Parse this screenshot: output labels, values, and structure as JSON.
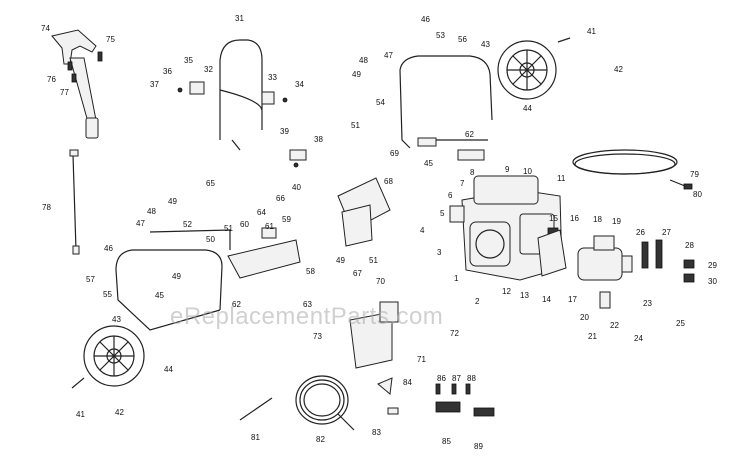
{
  "watermark": "eReplacementParts.com",
  "callouts": [
    {
      "id": "c1",
      "label": "74"
    },
    {
      "id": "c2",
      "label": "75"
    },
    {
      "id": "c3",
      "label": "76"
    },
    {
      "id": "c4",
      "label": "77"
    },
    {
      "id": "c5",
      "label": "78"
    },
    {
      "id": "c6",
      "label": "31"
    },
    {
      "id": "c7",
      "label": "35"
    },
    {
      "id": "c8",
      "label": "36"
    },
    {
      "id": "c9",
      "label": "37"
    },
    {
      "id": "c10",
      "label": "32"
    },
    {
      "id": "c11",
      "label": "33"
    },
    {
      "id": "c12",
      "label": "34"
    },
    {
      "id": "c13",
      "label": "39"
    },
    {
      "id": "c14",
      "label": "38"
    },
    {
      "id": "c15",
      "label": "40"
    },
    {
      "id": "c16",
      "label": "46"
    },
    {
      "id": "c17",
      "label": "53"
    },
    {
      "id": "c18",
      "label": "56"
    },
    {
      "id": "c19",
      "label": "43"
    },
    {
      "id": "c20",
      "label": "48"
    },
    {
      "id": "c21",
      "label": "47"
    },
    {
      "id": "c22",
      "label": "49"
    },
    {
      "id": "c23",
      "label": "54"
    },
    {
      "id": "c24",
      "label": "41"
    },
    {
      "id": "c25",
      "label": "42"
    },
    {
      "id": "c26",
      "label": "44"
    },
    {
      "id": "c27",
      "label": "51"
    },
    {
      "id": "c28",
      "label": "69"
    },
    {
      "id": "c29",
      "label": "45"
    },
    {
      "id": "c30",
      "label": "62"
    },
    {
      "id": "c31",
      "label": "68"
    },
    {
      "id": "c32",
      "label": "8"
    },
    {
      "id": "c33",
      "label": "9"
    },
    {
      "id": "c34",
      "label": "10"
    },
    {
      "id": "c35",
      "label": "7"
    },
    {
      "id": "c36",
      "label": "6"
    },
    {
      "id": "c37",
      "label": "11"
    },
    {
      "id": "c38",
      "label": "79"
    },
    {
      "id": "c39",
      "label": "80"
    },
    {
      "id": "c40",
      "label": "5"
    },
    {
      "id": "c41",
      "label": "4"
    },
    {
      "id": "c42",
      "label": "3"
    },
    {
      "id": "c43",
      "label": "1"
    },
    {
      "id": "c44",
      "label": "15"
    },
    {
      "id": "c45",
      "label": "16"
    },
    {
      "id": "c46",
      "label": "18"
    },
    {
      "id": "c47",
      "label": "19"
    },
    {
      "id": "c48",
      "label": "26"
    },
    {
      "id": "c49",
      "label": "27"
    },
    {
      "id": "c50",
      "label": "28"
    },
    {
      "id": "c51",
      "label": "29"
    },
    {
      "id": "c52",
      "label": "30"
    },
    {
      "id": "c53",
      "label": "13"
    },
    {
      "id": "c54",
      "label": "12"
    },
    {
      "id": "c55",
      "label": "14"
    },
    {
      "id": "c56",
      "label": "17"
    },
    {
      "id": "c57",
      "label": "2"
    },
    {
      "id": "c58",
      "label": "20"
    },
    {
      "id": "c59",
      "label": "21"
    },
    {
      "id": "c60",
      "label": "22"
    },
    {
      "id": "c61",
      "label": "23"
    },
    {
      "id": "c62",
      "label": "24"
    },
    {
      "id": "c63",
      "label": "25"
    },
    {
      "id": "c64",
      "label": "65"
    },
    {
      "id": "c65",
      "label": "66"
    },
    {
      "id": "c66",
      "label": "64"
    },
    {
      "id": "c67",
      "label": "67"
    },
    {
      "id": "c68",
      "label": "49"
    },
    {
      "id": "c69",
      "label": "51"
    },
    {
      "id": "c70",
      "label": "49"
    },
    {
      "id": "c71",
      "label": "48"
    },
    {
      "id": "c72",
      "label": "52"
    },
    {
      "id": "c73",
      "label": "47"
    },
    {
      "id": "c74",
      "label": "60"
    },
    {
      "id": "c75",
      "label": "61"
    },
    {
      "id": "c76",
      "label": "59"
    },
    {
      "id": "c77",
      "label": "50"
    },
    {
      "id": "c78",
      "label": "51"
    },
    {
      "id": "c79",
      "label": "46"
    },
    {
      "id": "c80",
      "label": "57"
    },
    {
      "id": "c81",
      "label": "49"
    },
    {
      "id": "c82",
      "label": "58"
    },
    {
      "id": "c83",
      "label": "55"
    },
    {
      "id": "c84",
      "label": "45"
    },
    {
      "id": "c85",
      "label": "62"
    },
    {
      "id": "c86",
      "label": "63"
    },
    {
      "id": "c87",
      "label": "43"
    },
    {
      "id": "c88",
      "label": "44"
    },
    {
      "id": "c89",
      "label": "70"
    },
    {
      "id": "c90",
      "label": "73"
    },
    {
      "id": "c91",
      "label": "72"
    },
    {
      "id": "c92",
      "label": "71"
    },
    {
      "id": "c93",
      "label": "41"
    },
    {
      "id": "c94",
      "label": "42"
    },
    {
      "id": "c95",
      "label": "84"
    },
    {
      "id": "c96",
      "label": "86"
    },
    {
      "id": "c97",
      "label": "87"
    },
    {
      "id": "c98",
      "label": "88"
    },
    {
      "id": "c99",
      "label": "81"
    },
    {
      "id": "c100",
      "label": "82"
    },
    {
      "id": "c101",
      "label": "83"
    },
    {
      "id": "c102",
      "label": "85"
    },
    {
      "id": "c103",
      "label": "89"
    }
  ]
}
